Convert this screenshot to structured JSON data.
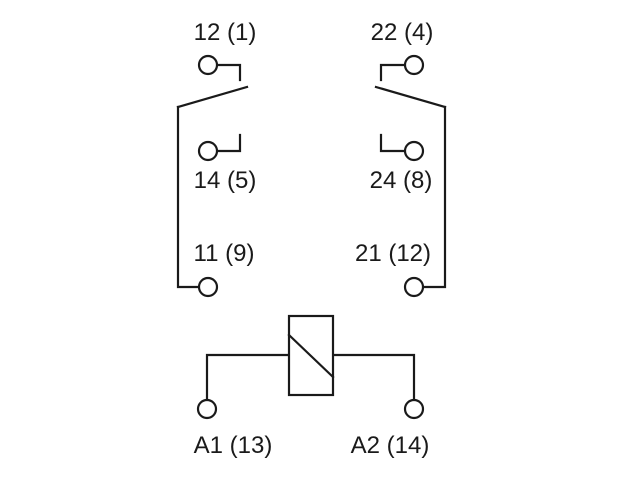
{
  "labels": {
    "t12": "12 (1)",
    "t22": "22 (4)",
    "t14": "14 (5)",
    "t24": "24 (8)",
    "t11": "11 (9)",
    "t21": "21 (12)",
    "a1": "A1 (13)",
    "a2": "A2 (14)"
  },
  "colors": {
    "line": "#1a1a1a",
    "background": "#ffffff"
  }
}
